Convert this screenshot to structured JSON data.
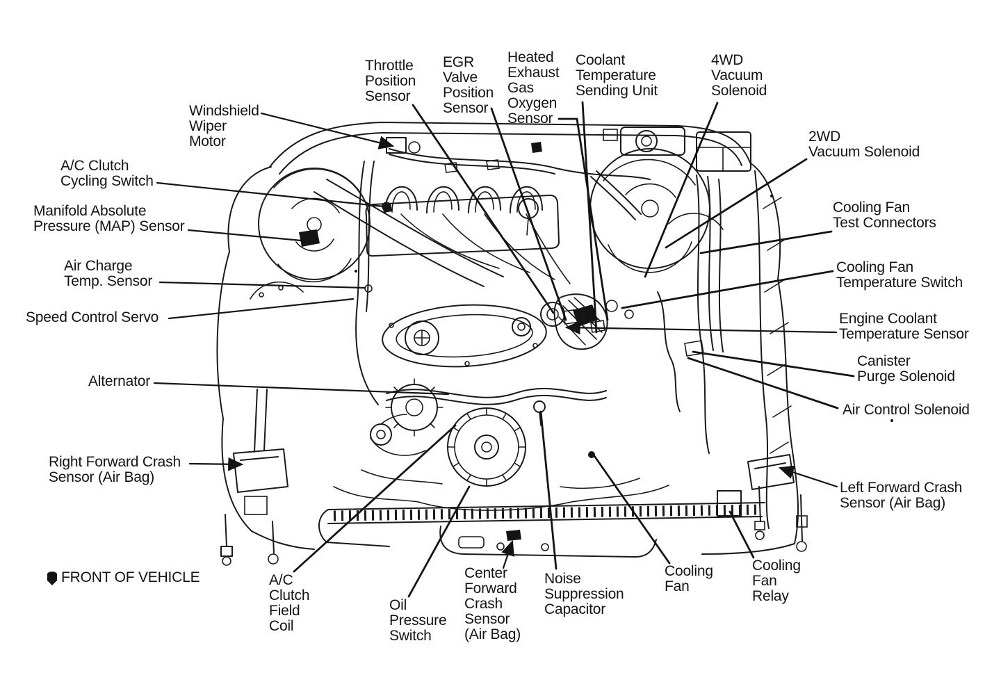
{
  "diagram": {
    "type": "engine-compartment-component-diagram",
    "colors": {
      "ink": "#141414",
      "background": "#ffffff"
    },
    "labels": {
      "throttle_position_sensor": {
        "text": "Throttle\nPosition\nSensor"
      },
      "egr_valve_position_sensor": {
        "text": "EGR\nValve\nPosition\nSensor"
      },
      "heated_exhaust_gas_oxygen_sensor": {
        "text": "Heated\nExhaust\nGas\nOxygen\nSensor"
      },
      "coolant_temperature_sending_unit": {
        "text": "Coolant\nTemperature\nSending Unit"
      },
      "fourwd_vacuum_solenoid": {
        "text": "4WD\nVacuum\nSolenoid"
      },
      "windshield_wiper_motor": {
        "text": "Windshield\nWiper\nMotor"
      },
      "twowd_vacuum_solenoid": {
        "text": "2WD\nVacuum Solenoid"
      },
      "ac_clutch_cycling_switch": {
        "text": "A/C Clutch\nCycling Switch"
      },
      "cooling_fan_test_connectors": {
        "text": "Cooling Fan\nTest Connectors"
      },
      "manifold_absolute_pressure_map_sensor": {
        "text": "Manifold Absolute\nPressure (MAP) Sensor"
      },
      "air_charge_temp_sensor": {
        "text": "Air Charge\nTemp. Sensor"
      },
      "cooling_fan_temperature_switch": {
        "text": "Cooling Fan\nTemperature Switch"
      },
      "speed_control_servo": {
        "text": "Speed Control Servo"
      },
      "engine_coolant_temperature_sensor": {
        "text": "Engine Coolant\nTemperature Sensor"
      },
      "canister_purge_solenoid": {
        "text": "Canister\nPurge Solenoid"
      },
      "alternator": {
        "text": "Alternator"
      },
      "air_control_solenoid": {
        "text": "Air Control Solenoid"
      },
      "right_forward_crash_sensor": {
        "text": "Right Forward Crash\nSensor (Air Bag)"
      },
      "left_forward_crash_sensor": {
        "text": "Left Forward Crash\nSensor (Air Bag)"
      },
      "front_of_vehicle": {
        "text": "FRONT OF VEHICLE"
      },
      "ac_clutch_field_coil": {
        "text": "A/C\nClutch\nField\nCoil"
      },
      "oil_pressure_switch": {
        "text": "Oil\nPressure\nSwitch"
      },
      "center_forward_crash_sensor": {
        "text": "Center\nForward\nCrash\nSensor\n(Air Bag)"
      },
      "noise_suppression_capacitor": {
        "text": "Noise\nSuppression\nCapacitor"
      },
      "cooling_fan": {
        "text": "Cooling\nFan"
      },
      "cooling_fan_relay": {
        "text": "Cooling\nFan\nRelay"
      }
    }
  }
}
